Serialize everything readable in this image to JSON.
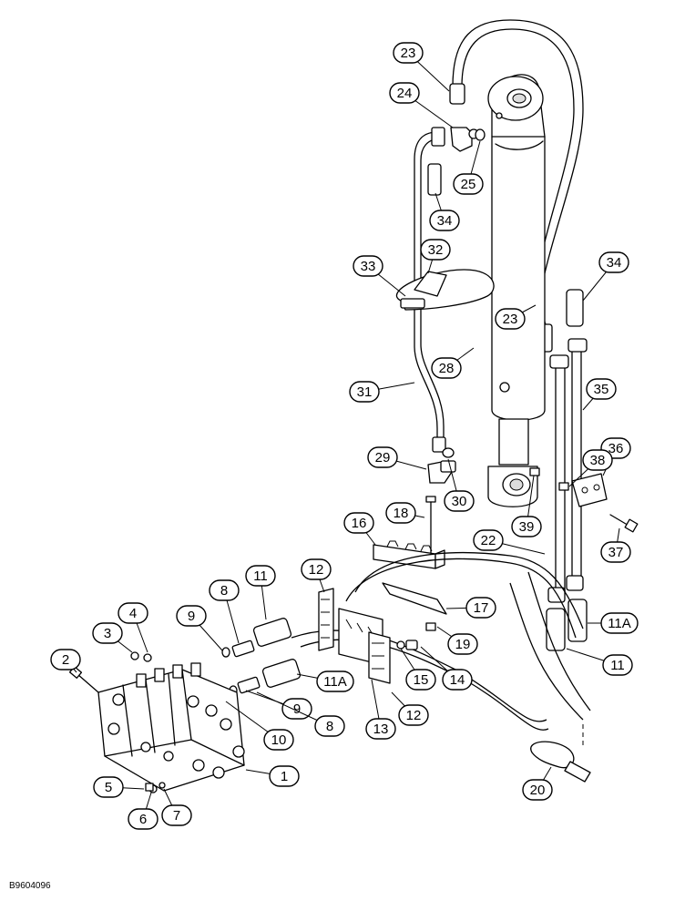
{
  "diagram_code": "B9604096",
  "callouts": [
    {
      "label": "23"
    },
    {
      "label": "24"
    },
    {
      "label": "25"
    },
    {
      "label": "34"
    },
    {
      "label": "32"
    },
    {
      "label": "33"
    },
    {
      "label": "34"
    },
    {
      "label": "23"
    },
    {
      "label": "28"
    },
    {
      "label": "31"
    },
    {
      "label": "35"
    },
    {
      "label": "29"
    },
    {
      "label": "30"
    },
    {
      "label": "36"
    },
    {
      "label": "38"
    },
    {
      "label": "39"
    },
    {
      "label": "18"
    },
    {
      "label": "16"
    },
    {
      "label": "22"
    },
    {
      "label": "37"
    },
    {
      "label": "12"
    },
    {
      "label": "11"
    },
    {
      "label": "8"
    },
    {
      "label": "9"
    },
    {
      "label": "17"
    },
    {
      "label": "11A"
    },
    {
      "label": "4"
    },
    {
      "label": "3"
    },
    {
      "label": "19"
    },
    {
      "label": "2"
    },
    {
      "label": "14"
    },
    {
      "label": "11A"
    },
    {
      "label": "11"
    },
    {
      "label": "15"
    },
    {
      "label": "9"
    },
    {
      "label": "8"
    },
    {
      "label": "12"
    },
    {
      "label": "10"
    },
    {
      "label": "13"
    },
    {
      "label": "1"
    },
    {
      "label": "5"
    },
    {
      "label": "6"
    },
    {
      "label": "7"
    },
    {
      "label": "20"
    }
  ]
}
